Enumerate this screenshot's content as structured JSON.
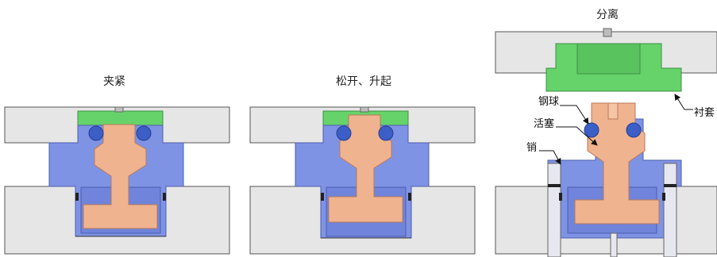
{
  "panels": {
    "clamp": {
      "title": "夹紧"
    },
    "release": {
      "title": "松开、升起"
    },
    "separate": {
      "title": "分离"
    }
  },
  "labels": {
    "ball": "钢球",
    "piston": "活塞",
    "pin": "销",
    "liner": "衬套"
  },
  "colors": {
    "base_gray": "#e6e6e6",
    "outline": "#555555",
    "green": "#66d36a",
    "blue": "#7f93e4",
    "blue_dark": "#6f84da",
    "peach": "#efb38f",
    "ball_blue": "#3b5ec7"
  }
}
